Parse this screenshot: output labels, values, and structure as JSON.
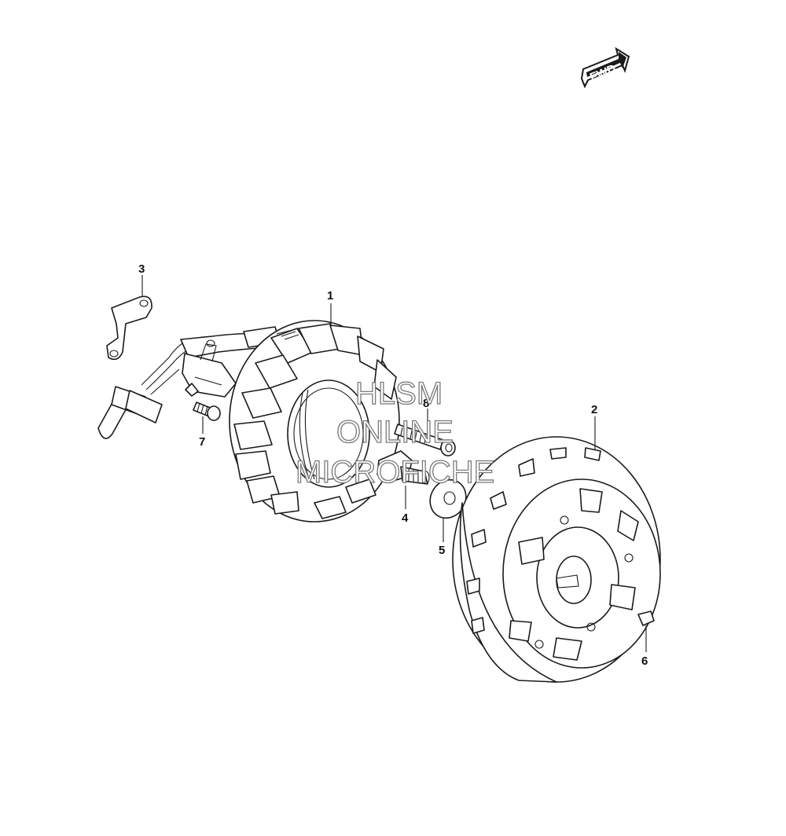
{
  "fwd_label": "FWD",
  "watermark": {
    "line1": "HLSM",
    "line2": "ONLINE",
    "line3": "MICROFICHE"
  },
  "callouts": {
    "stator": "1",
    "rotor": "2",
    "clamp": "3",
    "rotor_bolt": "4",
    "washer": "5",
    "key": "6",
    "screw_small": "7",
    "screw_long": "8"
  }
}
